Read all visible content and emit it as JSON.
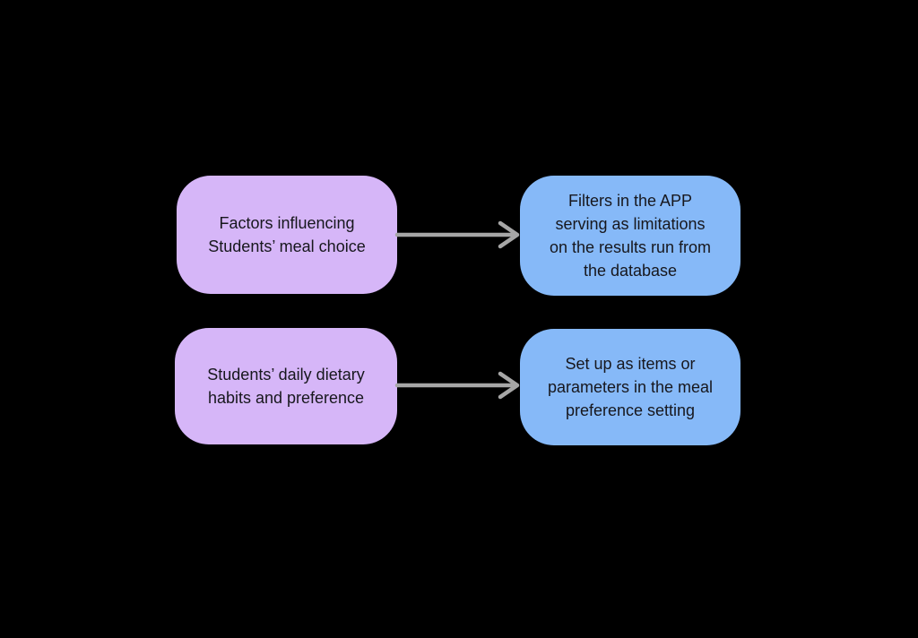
{
  "diagram": {
    "background_color": "#000000",
    "colors": {
      "node_purple": "#d6b6f8",
      "node_blue": "#86b9f8",
      "arrow": "#a6a6a6",
      "text": "#17171d"
    },
    "nodes": [
      {
        "id": "factors",
        "color_role": "purple",
        "label": "Factors influencing\nStudents’ meal choice"
      },
      {
        "id": "filters",
        "color_role": "blue",
        "label": "Filters in the APP\nserving as limitations\non the results run from\nthe database"
      },
      {
        "id": "habits",
        "color_role": "purple",
        "label": "Students’ daily dietary\nhabits and preference"
      },
      {
        "id": "settings",
        "color_role": "blue",
        "label": "Set up as items or\nparameters in the meal\npreference setting"
      }
    ],
    "edges": [
      {
        "from": "factors",
        "to": "filters",
        "style": "straight-arrow"
      },
      {
        "from": "habits",
        "to": "settings",
        "style": "straight-arrow"
      }
    ]
  }
}
